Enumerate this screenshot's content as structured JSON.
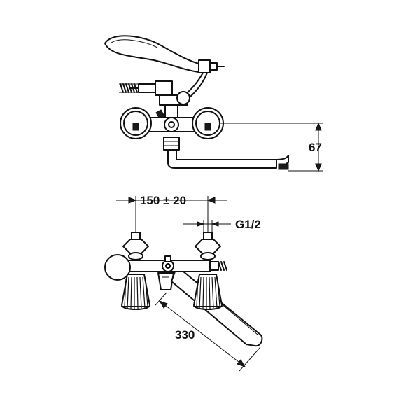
{
  "dimensions": {
    "height_label": "67",
    "spacing_label": "150 ± 20",
    "thread_label": "G1/2",
    "spout_label": "330"
  },
  "colors": {
    "line": "#111111",
    "background": "#ffffff"
  }
}
